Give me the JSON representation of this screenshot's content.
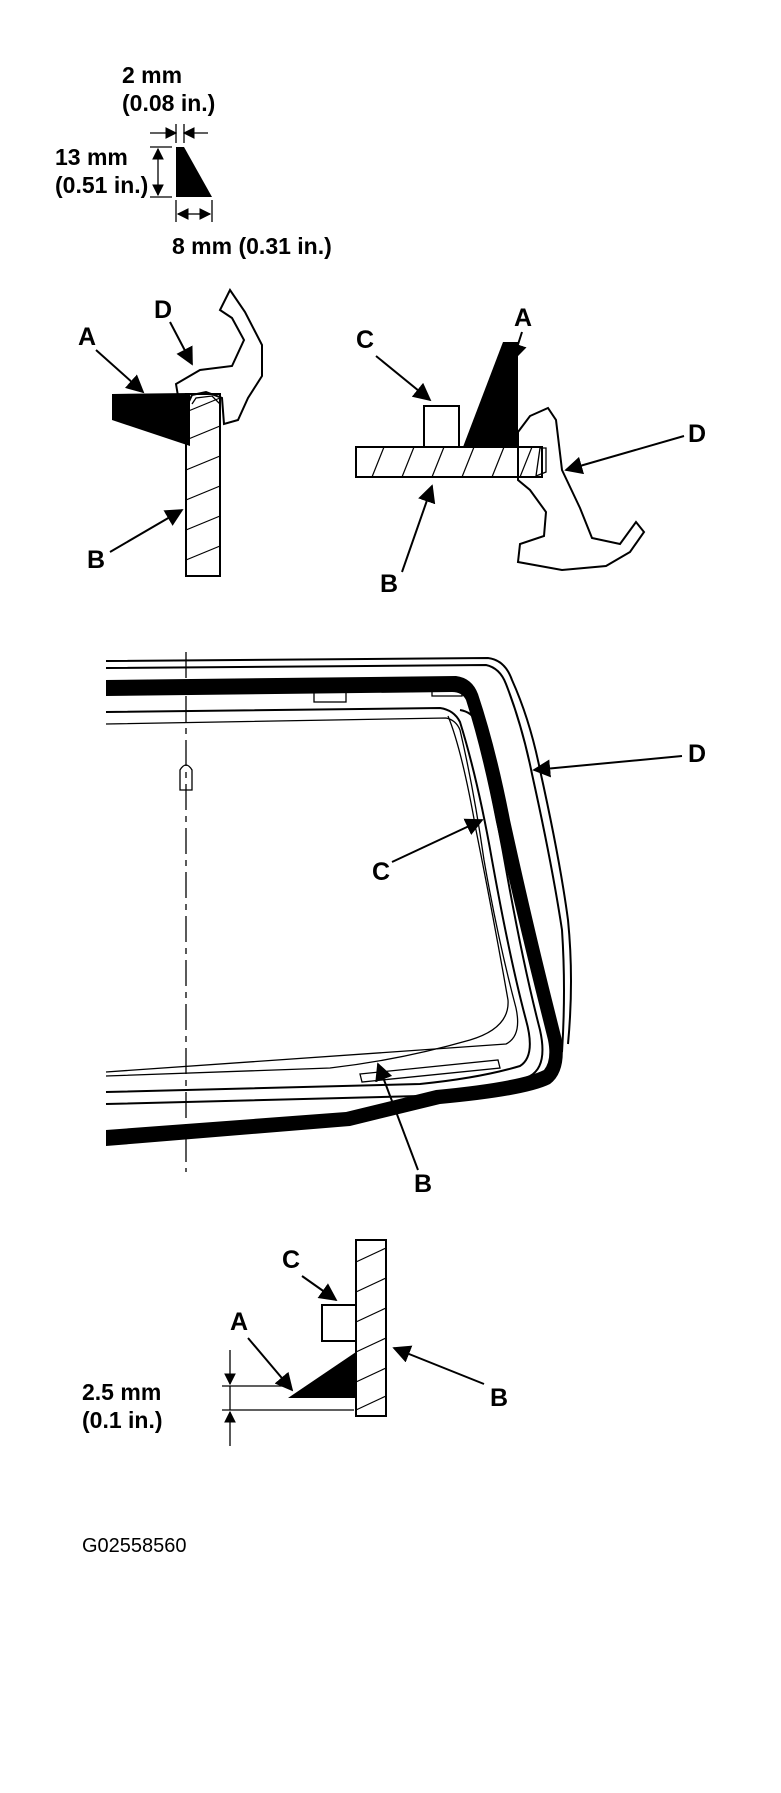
{
  "dimensions": {
    "top_width": "2 mm",
    "top_width_in": "(0.08 in.)",
    "height": "13 mm",
    "height_in": "(0.51 in.)",
    "base": "8 mm (0.31 in.)",
    "gap": "2.5 mm",
    "gap_in": "(0.1 in.)"
  },
  "labels": {
    "a": "A",
    "b": "B",
    "c": "C",
    "d": "D"
  },
  "figure_code": "G02558560"
}
